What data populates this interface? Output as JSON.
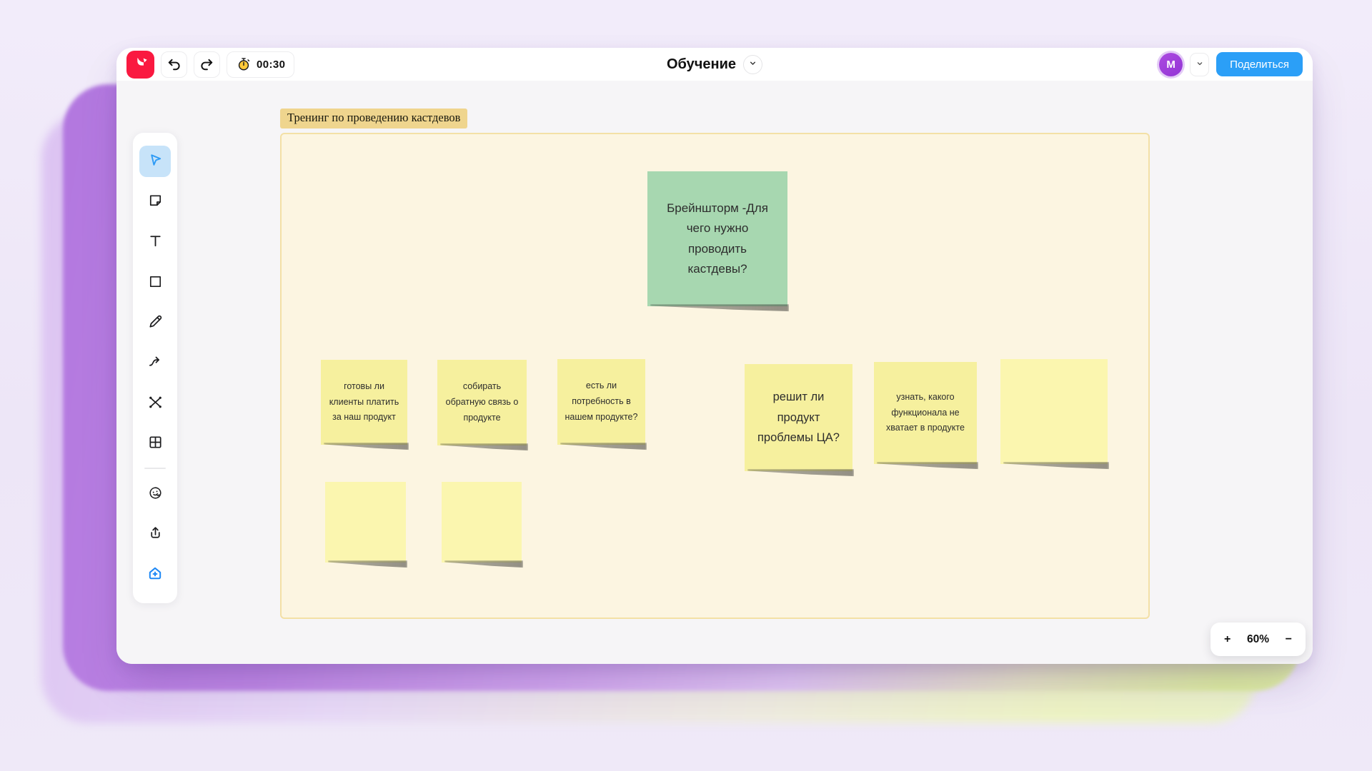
{
  "topbar": {
    "timer_value": "00:30",
    "board_title": "Обучение",
    "avatar_initial": "M",
    "share_label": "Поделиться"
  },
  "toolbar": {
    "active_tool": "select",
    "tools": [
      "select",
      "sticky-note",
      "text",
      "shape",
      "pencil",
      "connector",
      "mind-map",
      "frame",
      "sticker",
      "upload",
      "add-to-home"
    ]
  },
  "frame": {
    "label": "Тренинг по проведению кастдевов"
  },
  "stickies": {
    "green": {
      "text": "Брейншторм -Для чего нужно проводить кастдевы?",
      "color": "#A7D7B0"
    },
    "yellow": [
      {
        "text": "готовы ли клиенты платить за наш продукт",
        "color": "#F6F09E"
      },
      {
        "text": "собирать обратную связь о продукте",
        "color": "#F6F09E"
      },
      {
        "text": "есть ли потребность в нашем продукте?",
        "color": "#F6F09E"
      },
      {
        "text": "решит ли продукт проблемы ЦА?",
        "color": "#F6F09E"
      },
      {
        "text": "узнать, какого функционала не хватает в продукте",
        "color": "#F6F09E"
      },
      {
        "text": "",
        "color": "#FBF6AF"
      },
      {
        "text": "",
        "color": "#FBF6AF"
      },
      {
        "text": "",
        "color": "#FBF6AF"
      }
    ]
  },
  "zoom": {
    "plus": "+",
    "level": "60%",
    "minus": "−"
  },
  "colors": {
    "logo_red": "#FA1940",
    "accent_blue": "#2B9FF7",
    "avatar_purple": "#9B3FD9",
    "active_tool_bg": "#C7E3F9",
    "green_note": "#A7D7B0",
    "yellow_note": "#F6F09E",
    "yellow_note_light": "#FBF6AF",
    "frame_bg": "#FCF5E1",
    "frame_border": "#F3E0A6",
    "frame_label_bg": "#EFD58E",
    "backdrop_purple": "#B277DF",
    "backdrop_green": "#DDEE9E"
  }
}
